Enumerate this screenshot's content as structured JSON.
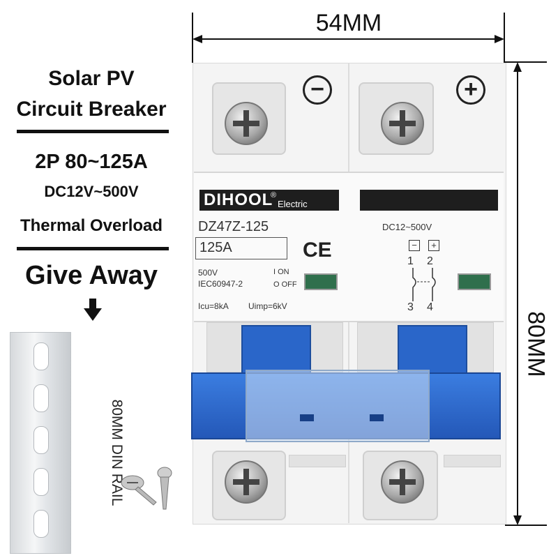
{
  "left_panel": {
    "title_line1": "Solar PV",
    "title_line2": "Circuit Breaker",
    "spec_rating": "2P 80~125A",
    "spec_voltage": "DC12V~500V",
    "spec_feature": "Thermal Overload",
    "give_away": "Give Away",
    "rail_caption": "80MM DIN RAIL"
  },
  "dimensions": {
    "width_label": "54MM",
    "height_label": "80MM"
  },
  "breaker": {
    "brand": "DIHOOL",
    "brand_mark": "®",
    "brand_sub": "Electric",
    "model": "DZ47Z-125",
    "current": "125A",
    "ce_mark": "CE",
    "voltage": "500V",
    "standard": "IEC60947-2",
    "on_label": "I  ON",
    "off_label": "O  OFF",
    "icu": "Icu=8kA",
    "uimp": "Uimp=6kV",
    "dc_range": "DC12~500V",
    "neg_symbol": "−",
    "pos_symbol": "+",
    "term_1": "1",
    "term_2": "2",
    "term_3": "3",
    "term_4": "4"
  },
  "icons": [
    "arrow-down-icon",
    "screw-icon",
    "minus-icon",
    "plus-icon",
    "ce-mark-icon"
  ],
  "colors": {
    "toggle_blue": "#2a66c9",
    "indicator_green": "#2f6f4c",
    "label_black": "#1e1e1e"
  }
}
